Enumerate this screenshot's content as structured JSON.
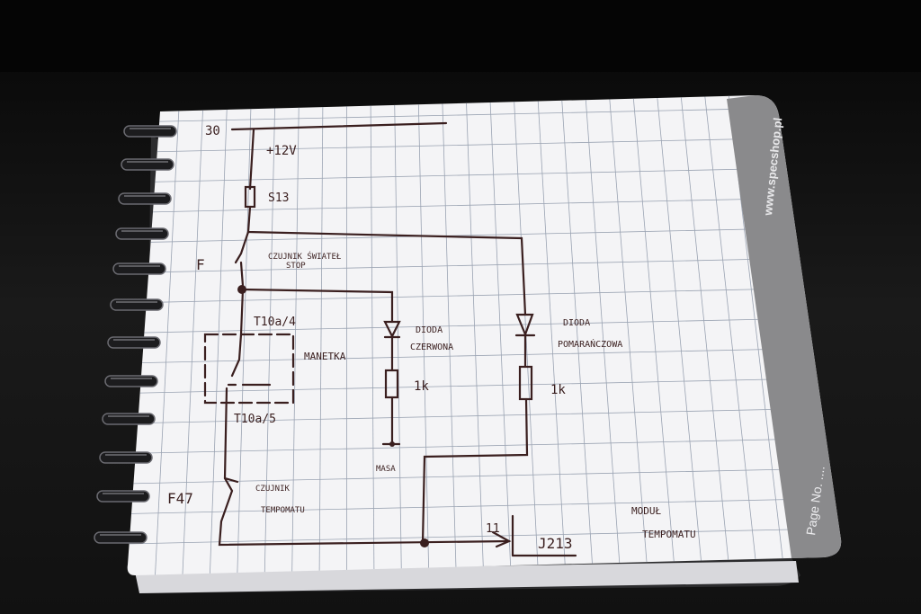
{
  "notebook": {
    "brand": "www.specshop.pl",
    "page_label": "Page No. ....",
    "paper_color": "#f4f4f6",
    "grid_color": "#9aa3b2",
    "band_color": "#8a8a8c",
    "ink_color": "#3a1f1f"
  },
  "sketch": {
    "labels": {
      "terminal_30": "30",
      "plus12v": "+12V",
      "fuse": "S13",
      "F": "F",
      "stop_sensor_1": "CZUJNIK ŚWIATEŁ",
      "stop_sensor_2": "STOP",
      "t10a4": "T10a/4",
      "manetka": "MANETKA",
      "t10a5": "T10a/5",
      "red_diode_1": "DIODA",
      "red_diode_2": "CZERWONA",
      "orange_diode_1": "DIODA",
      "orange_diode_2": "POMARAŃCZOWA",
      "res1": "1k",
      "res2": "1k",
      "masa": "MASA",
      "f47": "F47",
      "tempomat_sensor_1": "CZUJNIK",
      "tempomat_sensor_2": "TEMPOMATU",
      "pin": "11",
      "j213": "J213",
      "module_1": "MODUŁ",
      "module_2": "TEMPOMATU"
    }
  }
}
